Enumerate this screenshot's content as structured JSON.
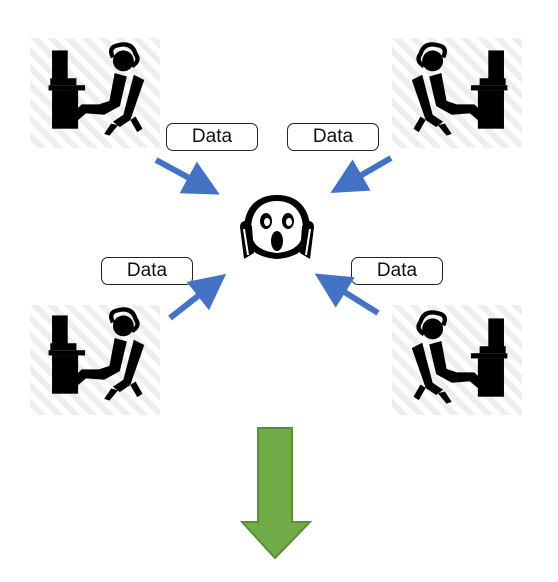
{
  "labels": {
    "top_left": "Data",
    "top_right": "Data",
    "bottom_left": "Data",
    "bottom_right": "Data"
  },
  "icons": {
    "person": "person-at-computer-icon",
    "center": "screaming-face-icon",
    "output": "down-arrow-icon"
  },
  "colors": {
    "data_arrow": "#4472C4",
    "output_arrow": "#70AD47",
    "figure": "#000000"
  }
}
